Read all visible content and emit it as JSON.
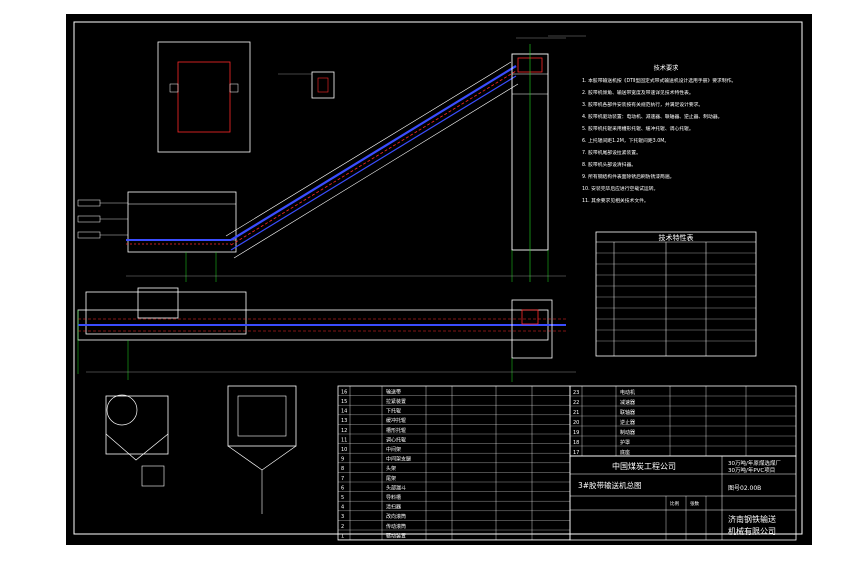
{
  "colors": {
    "background": "#000000",
    "line": "#ffffff",
    "belt": "#3a4dff",
    "accent": "#ff2a2a",
    "center": "#22dd22",
    "dim": "#aaaaaa"
  },
  "title_block": {
    "company": "中国煤炭工程公司",
    "project_line1": "30万吨/年原煤选煤厂",
    "project_line2": "30万吨/年PVC项目",
    "drawing_name": "3#胶带输送机总图",
    "drawing_no": "图号02.00B",
    "designer_line1": "济南钢铁输送",
    "designer_line2": "机械有限公司",
    "scale_label": "比例",
    "sheet_label": "张数"
  },
  "tech_table": {
    "title": "技术特性表"
  },
  "notes": {
    "title": "技术要求",
    "items": [
      "1. 本胶带输送机按《DTⅡ型固定式带式输送机设计选用手册》要求制作。",
      "2. 胶带机倾角、输送带宽度及带速详见技术特性表。",
      "3. 胶带机各部件安装按有关规范执行，并满足设计要求。",
      "4. 胶带机驱动装置：电动机、减速器、联轴器、逆止器、制动器。",
      "5. 胶带机托辊采用槽形托辊、缓冲托辊、调心托辊。",
      "6. 上托辊间距1.2M，下托辊间距3.0M。",
      "7. 胶带机尾部设拉紧装置。",
      "8. 胶带机头部设清扫器。",
      "9. 所有钢结构件表面除锈后刷防锈漆两遍。",
      "10. 安装完毕后应进行空载试运转。",
      "11. 其余要求见相关技术文件。"
    ]
  },
  "parts_left": [
    {
      "no": "16",
      "name": "输送带"
    },
    {
      "no": "15",
      "name": "拉紧装置"
    },
    {
      "no": "14",
      "name": "下托辊"
    },
    {
      "no": "13",
      "name": "缓冲托辊"
    },
    {
      "no": "12",
      "name": "槽形托辊"
    },
    {
      "no": "11",
      "name": "调心托辊"
    },
    {
      "no": "10",
      "name": "中间架"
    },
    {
      "no": "9",
      "name": "中间架支腿"
    },
    {
      "no": "8",
      "name": "头架"
    },
    {
      "no": "7",
      "name": "尾架"
    },
    {
      "no": "6",
      "name": "头部漏斗"
    },
    {
      "no": "5",
      "name": "导料槽"
    },
    {
      "no": "4",
      "name": "清扫器"
    },
    {
      "no": "3",
      "name": "改向滚筒"
    },
    {
      "no": "2",
      "name": "传动滚筒"
    },
    {
      "no": "1",
      "name": "驱动装置"
    }
  ],
  "parts_right": [
    {
      "no": "23",
      "name": "电动机"
    },
    {
      "no": "22",
      "name": "减速器"
    },
    {
      "no": "21",
      "name": "联轴器"
    },
    {
      "no": "20",
      "name": "逆止器"
    },
    {
      "no": "19",
      "name": "制动器"
    },
    {
      "no": "18",
      "name": "护罩"
    },
    {
      "no": "17",
      "name": "底座"
    }
  ]
}
